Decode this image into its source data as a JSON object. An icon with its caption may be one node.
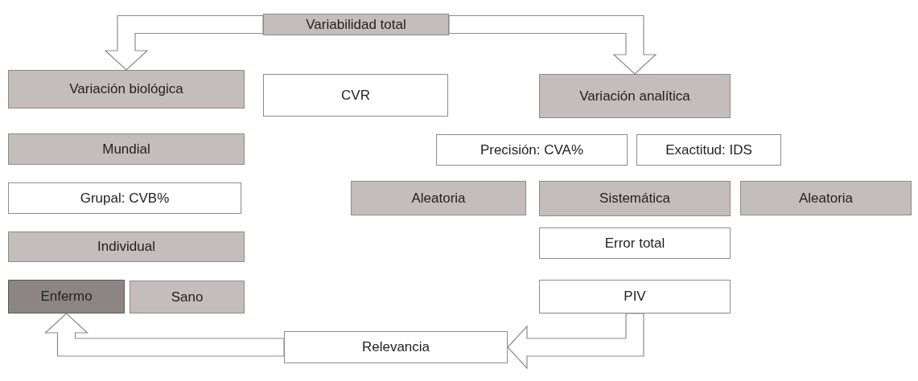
{
  "diagram": {
    "nodes": [
      {
        "text": [
          "Variabilidad total"
        ]
      },
      {
        "text": [
          "Variación biológica"
        ]
      },
      {
        "text": [
          "CVR"
        ]
      },
      {
        "text": [
          "Variación analítica"
        ]
      },
      {
        "text": [
          "Mundial"
        ]
      },
      {
        "text": [
          "Precisión: CVA%"
        ]
      },
      {
        "text": [
          "Exactitud: IDS"
        ]
      },
      {
        "text": [
          "Grupal: CVB%"
        ]
      },
      {
        "text": [
          "Aleatoria"
        ]
      },
      {
        "text": [
          "Sistemática"
        ]
      },
      {
        "text": [
          "Aleatoria"
        ]
      },
      {
        "text": [
          "Individual"
        ]
      },
      {
        "text": [
          "Error total"
        ]
      },
      {
        "text": [
          "Enfermo"
        ]
      },
      {
        "text": [
          "Sano"
        ]
      },
      {
        "text": [
          "PIV"
        ]
      },
      {
        "text": [
          "Relevancia"
        ]
      }
    ],
    "edges": [
      {
        "from": 0,
        "to": 1,
        "arrow": "to"
      },
      {
        "from": 0,
        "to": 3,
        "arrow": "to"
      },
      {
        "from": 15,
        "to": 16,
        "arrow": "to"
      },
      {
        "from": 16,
        "to": 13,
        "arrow": "to"
      }
    ]
  }
}
